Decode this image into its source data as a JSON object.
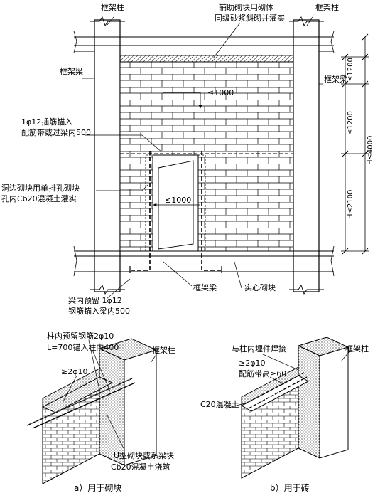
{
  "labels": {
    "top_left_column": "框架柱",
    "top_right_column": "框架柱",
    "aux_block_line1": "辅助砌块用砌体",
    "aux_block_line2": "同级砂浆斜砌并灌实",
    "left_beam": "框架梁",
    "right_beam": "框架梁",
    "rebar_anchor_line1": "1φ12插筋锚入",
    "rebar_anchor_line2": "配筋带或过梁内500",
    "edge_block_line1": "洞边砌块用单排孔砌块",
    "edge_block_line2": "孔内Cb20混凝土灌实",
    "spacing_upper": "≤1000",
    "spacing_lower": "≤1000",
    "dim_top": "≤1200",
    "dim_mid": "≤1200",
    "dim_total": "H≤4000",
    "dim_bottom": "H≤2100",
    "beam_rebar_line1": "梁内预留 1φ12",
    "beam_rebar_line2": "钢筋锚入梁内500",
    "bottom_beam": "框架梁",
    "solid_block": "实心砌块",
    "a_rebar_line1": "柱内预留钢筋2φ10",
    "a_rebar_line2": "L=700锚入柱内400",
    "a_rebar_small": "≥2φ10",
    "a_column": "框架柱",
    "a_ublock_line1": "U型砌块或系梁块",
    "a_ublock_line2": "Cb20混凝土浇筑",
    "b_weld": "与柱内埋件焊接",
    "b_rebar_line1": "≥2φ10",
    "b_rebar_line2": "配筋带高≥60",
    "b_column": "框架柱",
    "b_concrete": "C20混凝土",
    "caption_a": "a）用于砌块",
    "caption_b": "b）用于砖"
  }
}
